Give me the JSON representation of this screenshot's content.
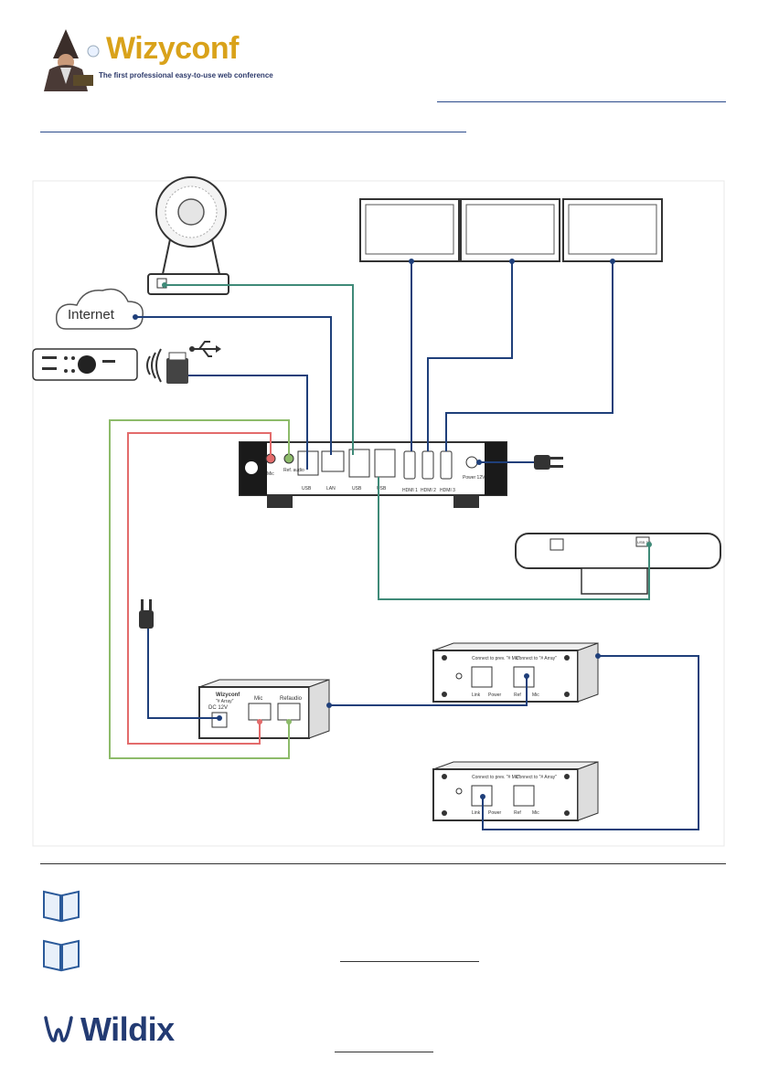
{
  "header": {
    "brand_name": "Wizyconf",
    "tagline": "The first professional easy-to-use web conference"
  },
  "diagram": {
    "cloud_label": "Internet",
    "box_ports": {
      "mic": "Mic",
      "ref_audio": "Ref. audio",
      "usb1": "USB",
      "lan": "LAN",
      "usb2": "USB",
      "usb3": "USB",
      "hdmi1": "HDMI 1",
      "hdmi2": "HDMI 2",
      "hdmi3": "HDMI 3",
      "power": "Power 12V"
    },
    "amp": {
      "brand": "Wizyconf",
      "array_label": "\"# Array\"",
      "dc": "DC 12V",
      "mic": "Mic",
      "refaudio": "Refaudio"
    },
    "mic_box_top": {
      "connect_prev": "Connect to prev. \"# Mic\"",
      "connect_array": "Connect to \"# Array\"",
      "link": "Link",
      "power": "Power",
      "ref": "Ref",
      "mic": "Mic"
    },
    "mic_box_bottom": {
      "connect_prev": "Connect to prev. \"# Mic\"",
      "connect_array": "Connect to \"# Array\"",
      "link": "Link",
      "power": "Power",
      "ref": "Ref",
      "mic": "Mic"
    },
    "soundbar_port": "USB 3.0"
  },
  "footer": {
    "company": "Wildix"
  },
  "colors": {
    "blue_wire": "#1f3f7a",
    "green_wire": "#3f8a78",
    "light_green_wire": "#8dbb6a",
    "red_wire": "#e36b6b",
    "brand_gold": "#d9a21a",
    "brand_navy": "#233b73"
  }
}
